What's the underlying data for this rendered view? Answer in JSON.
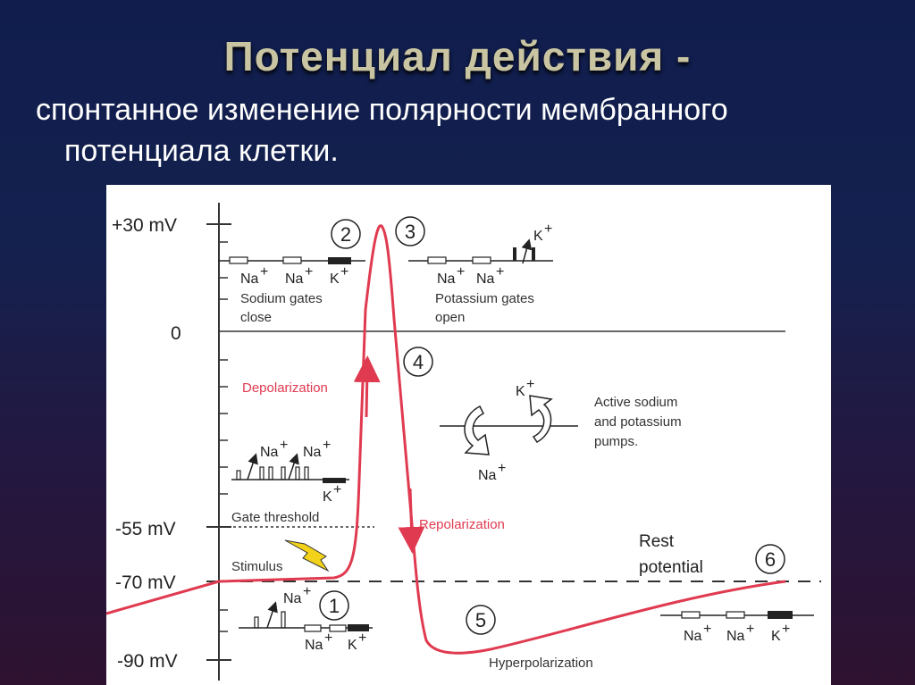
{
  "slide": {
    "title": "Потенциал действия -",
    "subtitle_line1": "спонтанное изменение полярности мембранного",
    "subtitle_line2": "потенциала клетки."
  },
  "diagram": {
    "axis_ticks": [
      "+30 mV",
      "0",
      "-55 mV",
      "-70 mV",
      "-90 mV"
    ],
    "steps": [
      "1",
      "2",
      "3",
      "4",
      "5",
      "6"
    ],
    "labels": {
      "depolarization": "Depolarization",
      "repolarization": "Repolarization",
      "hyperpolarization": "Hyperpolarization",
      "gate_threshold": "Gate threshold",
      "stimulus": "Stimulus",
      "rest_line1": "Rest",
      "rest_line2": "potential",
      "sodium_close_1": "Sodium gates",
      "sodium_close_2": "close",
      "potassium_open_1": "Potassium gates",
      "potassium_open_2": "open",
      "pumps_1": "Active sodium",
      "pumps_2": "and potassium",
      "pumps_3": "pumps."
    },
    "ions": {
      "na": "Na",
      "k": "K",
      "plus": "+"
    },
    "colors": {
      "curve": "#e03a50",
      "axis": "#333333",
      "bolt": "#f2d21a"
    }
  }
}
